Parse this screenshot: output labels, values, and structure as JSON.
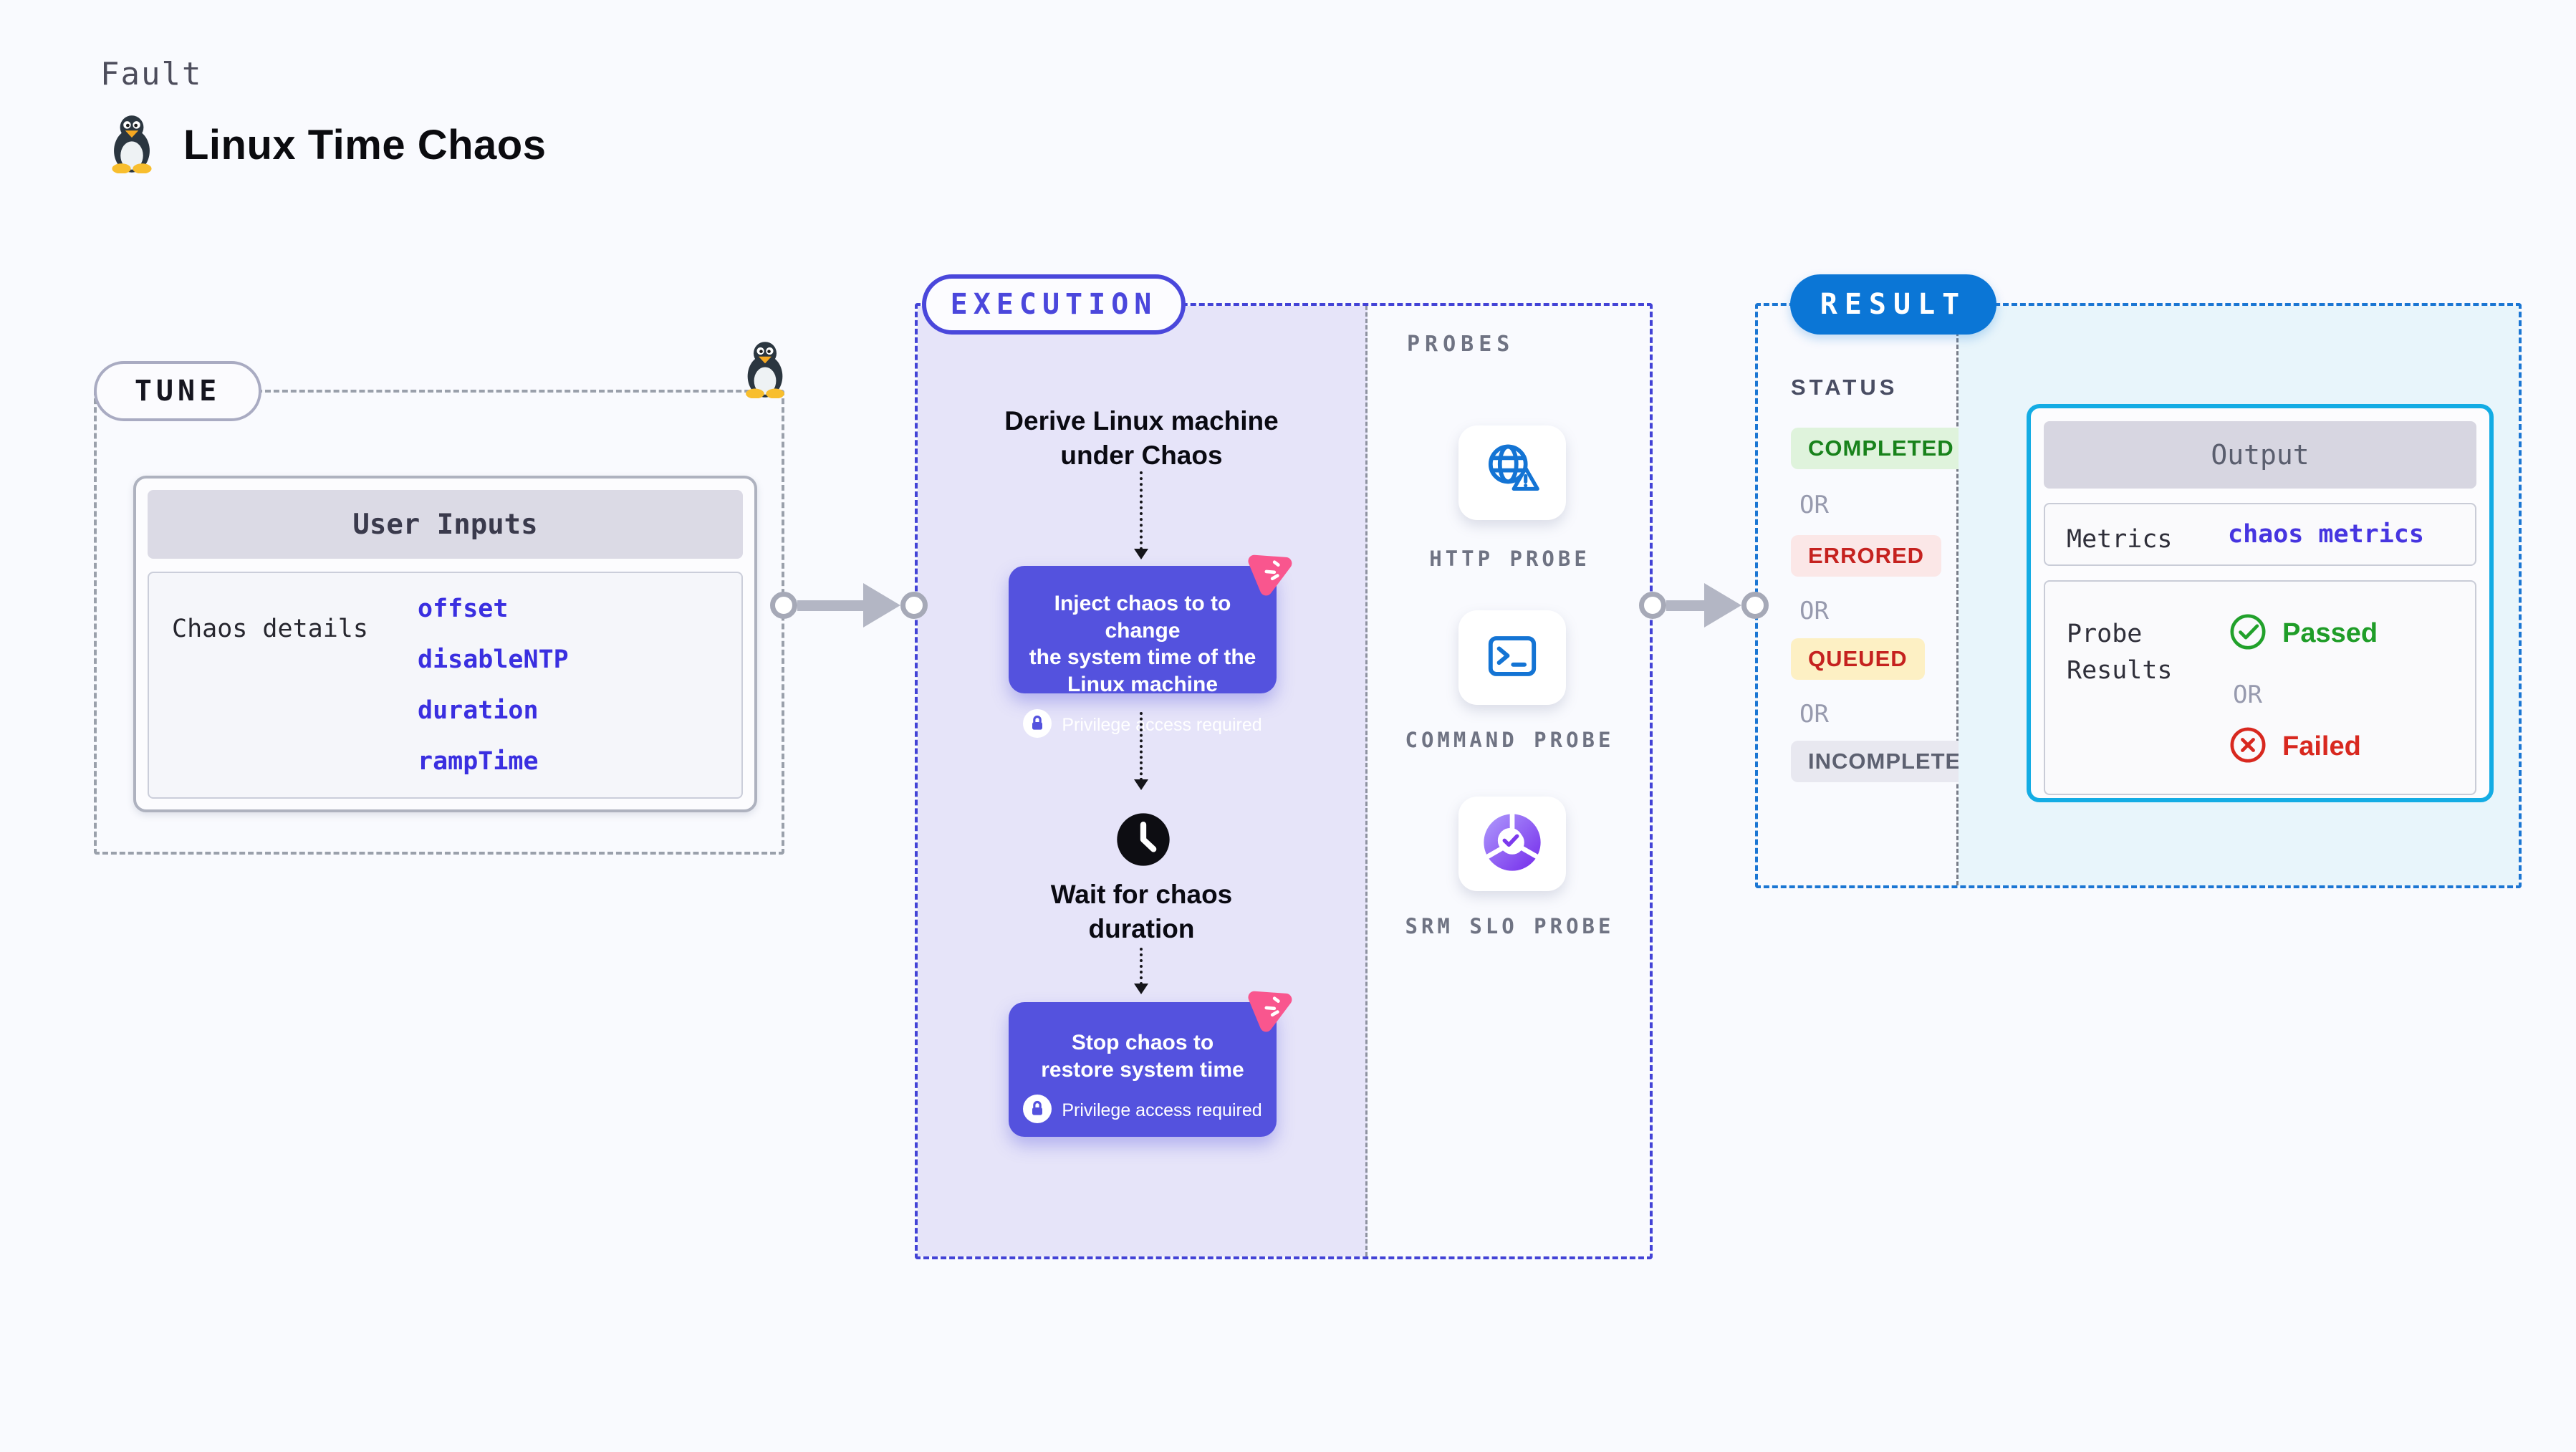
{
  "page": {
    "kicker": "Fault",
    "title": "Linux Time Chaos"
  },
  "tune": {
    "label": "TUNE",
    "card": {
      "title": "User Inputs",
      "row_label": "Chaos details",
      "params": [
        "offset",
        "disableNTP",
        "duration",
        "rampTime"
      ]
    }
  },
  "execution": {
    "label": "EXECUTION",
    "derive_text": "Derive Linux machine\nunder Chaos",
    "inject": {
      "text": "Inject chaos to to change\nthe system time of the\nLinux machine",
      "note": "Privilege access required",
      "icon": "chaos-pink-icon",
      "lock_icon": "lock-icon"
    },
    "wait_text": "Wait for chaos\nduration",
    "wait_icon": "clock-icon",
    "stop": {
      "text": "Stop chaos to\nrestore system time",
      "note": "Privilege access required",
      "icon": "chaos-pink-icon",
      "lock_icon": "lock-icon"
    }
  },
  "probes": {
    "label": "PROBES",
    "items": [
      {
        "name": "HTTP PROBE",
        "icon": "globe-alert-icon"
      },
      {
        "name": "COMMAND PROBE",
        "icon": "terminal-icon"
      },
      {
        "name": "SRM SLO PROBE",
        "icon": "slo-donut-icon"
      }
    ]
  },
  "result": {
    "label": "RESULT",
    "status": {
      "label": "STATUS",
      "or": "OR",
      "badges": [
        {
          "text": "COMPLETED",
          "type": "success"
        },
        {
          "text": "ERRORED",
          "type": "error"
        },
        {
          "text": "QUEUED",
          "type": "queued"
        },
        {
          "text": "INCOMPLETED",
          "type": "neutral"
        }
      ]
    },
    "output": {
      "title": "Output",
      "metrics_label": "Metrics",
      "metrics_value": "chaos metrics",
      "probe_results_label": "Probe Results",
      "passed": "Passed",
      "or": "OR",
      "failed": "Failed",
      "passed_icon": "check-circle-icon",
      "failed_icon": "x-circle-icon"
    }
  },
  "colors": {
    "page_bg": "#F9FAFE",
    "indigo_border": "#4343D6",
    "exec_bg": "#E6E4F9",
    "chaos_step_bg": "#5452DE",
    "chaos_pink": "#F9568E",
    "result_blue": "#0B76D6",
    "output_border": "#13ACE4",
    "output_bg": "#E8F5FB",
    "link_blue": "#3A2FE0",
    "success_green": "#18821B",
    "fail_red": "#D8281F",
    "probe_icon_blue": "#1474D4",
    "slo_purple": "#7C3AED"
  }
}
